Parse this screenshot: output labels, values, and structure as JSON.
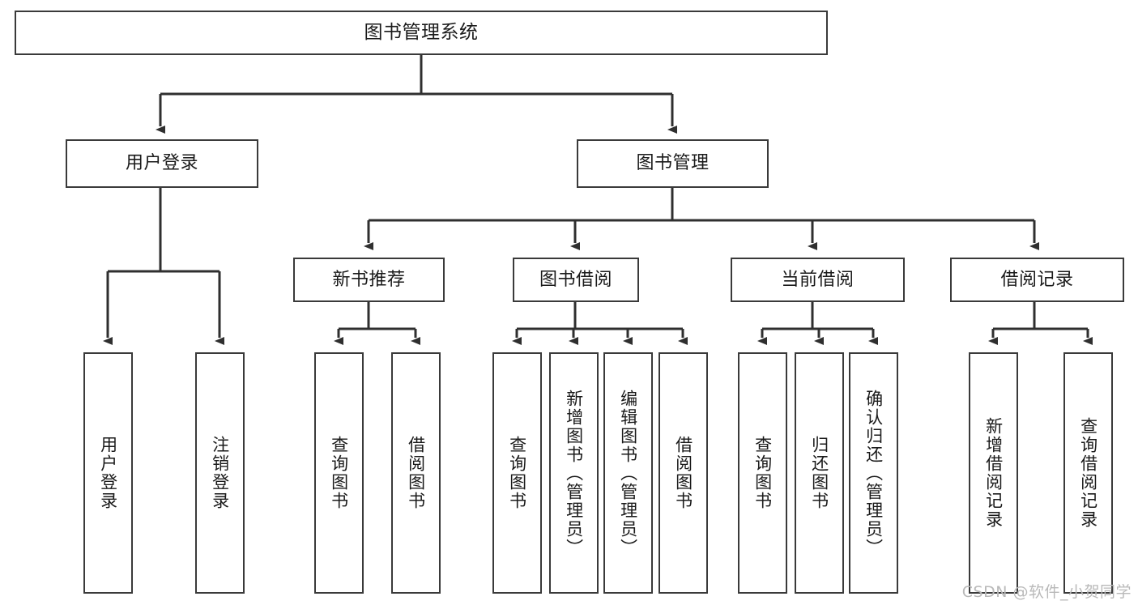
{
  "diagram": {
    "type": "tree",
    "title": "图书管理系统",
    "watermark": "CSDN @软件_小贺同学",
    "colors": {
      "box_border": "#3a3a3a",
      "box_fill": "#ffffff",
      "edge": "#2f2f2f",
      "text": "#1a1a1a",
      "watermark": "#b9b9b9",
      "background": "#ffffff"
    },
    "levels": {
      "root": "图书管理系统",
      "level2": [
        "用户登录",
        "图书管理"
      ],
      "level3": [
        "新书推荐",
        "图书借阅",
        "当前借阅",
        "借阅记录"
      ]
    },
    "nodes": {
      "root": {
        "label": "图书管理系统",
        "orientation": "horizontal"
      },
      "user_login": {
        "label": "用户登录",
        "orientation": "horizontal"
      },
      "book_manage": {
        "label": "图书管理",
        "orientation": "horizontal"
      },
      "new_book_rec": {
        "label": "新书推荐",
        "orientation": "horizontal"
      },
      "book_borrow": {
        "label": "图书借阅",
        "orientation": "horizontal"
      },
      "current_borrow": {
        "label": "当前借阅",
        "orientation": "horizontal"
      },
      "borrow_record": {
        "label": "借阅记录",
        "orientation": "horizontal"
      },
      "leaf_user_login": {
        "label": "用户登录",
        "orientation": "vertical"
      },
      "leaf_logout": {
        "label": "注销登录",
        "orientation": "vertical"
      },
      "leaf_query_book_rec": {
        "label": "查询图书",
        "orientation": "vertical"
      },
      "leaf_borrow_book_rec": {
        "label": "借阅图书",
        "orientation": "vertical"
      },
      "leaf_query_book_borrow": {
        "label": "查询图书",
        "orientation": "vertical"
      },
      "leaf_add_book": {
        "label": "新增图书（管理员）",
        "orientation": "vertical"
      },
      "leaf_edit_book": {
        "label": "编辑图书（管理员）",
        "orientation": "vertical"
      },
      "leaf_borrow_book": {
        "label": "借阅图书",
        "orientation": "vertical"
      },
      "leaf_query_book_current": {
        "label": "查询图书",
        "orientation": "vertical"
      },
      "leaf_return_book": {
        "label": "归还图书",
        "orientation": "vertical"
      },
      "leaf_confirm_return": {
        "label": "确认归还（管理员）",
        "orientation": "vertical"
      },
      "leaf_add_record": {
        "label": "新增借阅记录",
        "orientation": "vertical"
      },
      "leaf_query_record": {
        "label": "查询借阅记录",
        "orientation": "vertical"
      }
    },
    "edges": [
      {
        "from": "root",
        "to": "user_login"
      },
      {
        "from": "root",
        "to": "book_manage"
      },
      {
        "from": "book_manage",
        "to": "new_book_rec"
      },
      {
        "from": "book_manage",
        "to": "book_borrow"
      },
      {
        "from": "book_manage",
        "to": "current_borrow"
      },
      {
        "from": "book_manage",
        "to": "borrow_record"
      },
      {
        "from": "user_login",
        "to": "leaf_user_login"
      },
      {
        "from": "user_login",
        "to": "leaf_logout"
      },
      {
        "from": "new_book_rec",
        "to": "leaf_query_book_rec"
      },
      {
        "from": "new_book_rec",
        "to": "leaf_borrow_book_rec"
      },
      {
        "from": "book_borrow",
        "to": "leaf_query_book_borrow"
      },
      {
        "from": "book_borrow",
        "to": "leaf_add_book"
      },
      {
        "from": "book_borrow",
        "to": "leaf_edit_book"
      },
      {
        "from": "book_borrow",
        "to": "leaf_borrow_book"
      },
      {
        "from": "current_borrow",
        "to": "leaf_query_book_current"
      },
      {
        "from": "current_borrow",
        "to": "leaf_return_book"
      },
      {
        "from": "current_borrow",
        "to": "leaf_confirm_return"
      },
      {
        "from": "borrow_record",
        "to": "leaf_add_record"
      },
      {
        "from": "borrow_record",
        "to": "leaf_query_record"
      }
    ]
  }
}
